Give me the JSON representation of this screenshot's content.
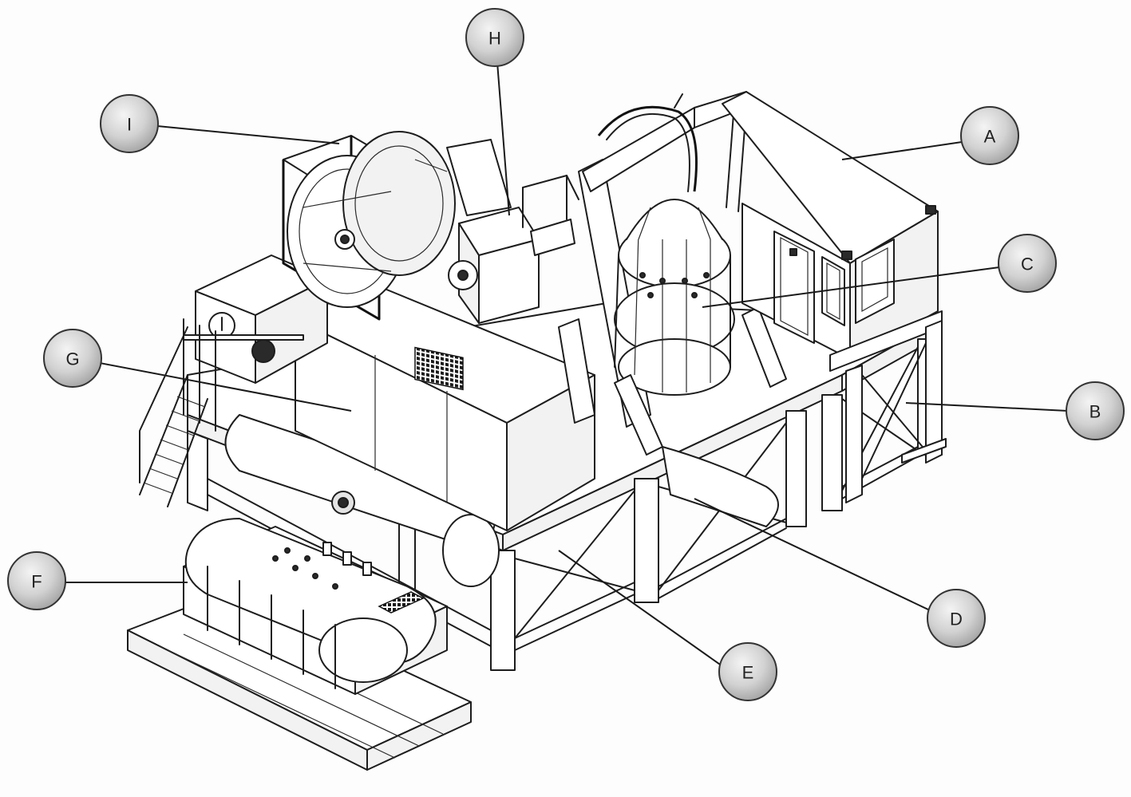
{
  "callouts": [
    {
      "id": "A",
      "label": "A"
    },
    {
      "id": "B",
      "label": "B"
    },
    {
      "id": "C",
      "label": "C"
    },
    {
      "id": "D",
      "label": "D"
    },
    {
      "id": "E",
      "label": "E"
    },
    {
      "id": "F",
      "label": "F"
    },
    {
      "id": "G",
      "label": "G"
    },
    {
      "id": "H",
      "label": "H"
    },
    {
      "id": "I",
      "label": "I"
    }
  ]
}
